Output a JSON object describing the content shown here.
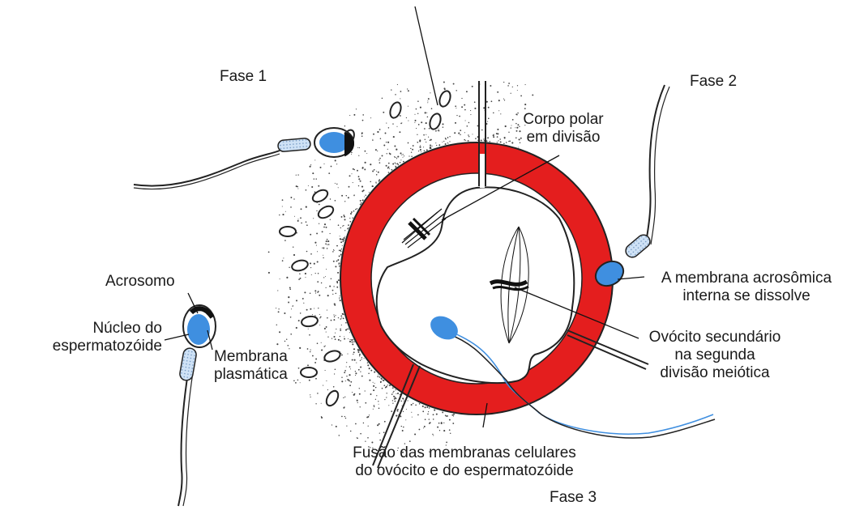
{
  "labels": {
    "phase1": "Fase 1",
    "phase2": "Fase 2",
    "phase3": "Fase 3",
    "polar_body_line1": "Corpo polar",
    "polar_body_line2": "em divisão",
    "acrosome": "Acrosomo",
    "sperm_nucleus_line1": "Núcleo do",
    "sperm_nucleus_line2": "espermatozóide",
    "plasma_membrane_line1": "Membrana",
    "plasma_membrane_line2": "plasmática",
    "inner_acrosomal_line1": "A membrana acrosômica",
    "inner_acrosomal_line2": "interna se dissolve",
    "secondary_oocyte_line1": "Ovócito secundário",
    "secondary_oocyte_line2": "na segunda",
    "secondary_oocyte_line3": "divisão meiótica",
    "fusion_line1": "Fusão das membranas celulares",
    "fusion_line2": "do ovócito e do espermatozóide"
  },
  "colors": {
    "zona_pellucida": "#e41e1e",
    "sperm_head": "#3f8fe0",
    "sperm_neck": "#cfe2f6",
    "ink": "#111111"
  }
}
